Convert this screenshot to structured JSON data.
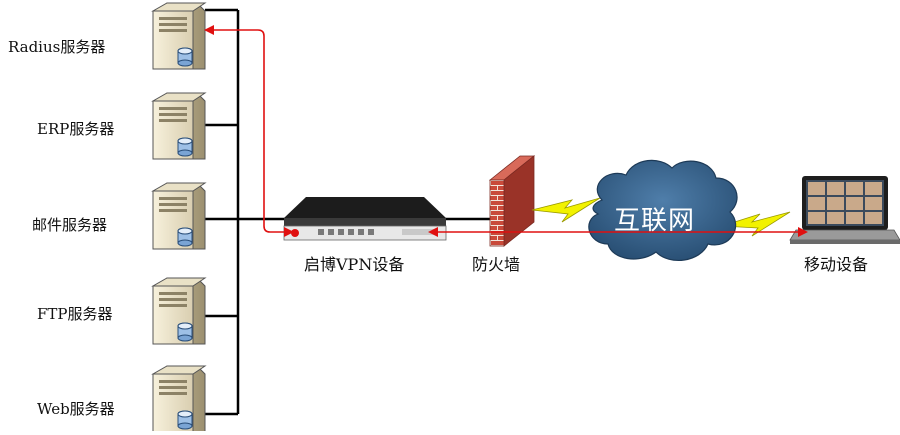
{
  "servers": [
    {
      "id": "radius",
      "label": "Radius服务器"
    },
    {
      "id": "erp",
      "label": "ERP服务器"
    },
    {
      "id": "mail",
      "label": "邮件服务器"
    },
    {
      "id": "ftp",
      "label": "FTP服务器"
    },
    {
      "id": "web",
      "label": "Web服务器"
    }
  ],
  "devices": {
    "vpn": {
      "label": "启博VPN设备"
    },
    "firewall": {
      "label": "防火墙"
    },
    "internet": {
      "label": "互联网"
    },
    "mobile": {
      "label": "移动设备"
    }
  },
  "colors": {
    "link": "#000000",
    "vpn_path": "#e01010",
    "cloud": "#2f5d87",
    "bolt": "#f2f200",
    "brick": "#c0392b"
  }
}
